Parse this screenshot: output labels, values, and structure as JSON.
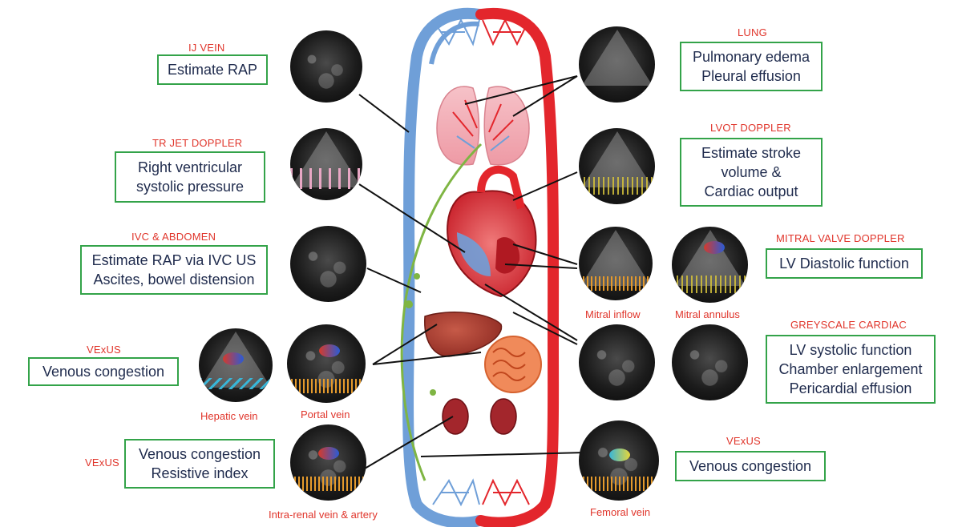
{
  "headings": {
    "ij_vein": "IJ VEIN",
    "tr_jet": "TR JET DOPPLER",
    "ivc_abdomen": "IVC & ABDOMEN",
    "vexus_hepatic": "VExUS",
    "vexus_renal": "VExUS",
    "lung": "LUNG",
    "lvot": "LVOT DOPPLER",
    "mitral_valve": "MITRAL VALVE DOPPLER",
    "greyscale": "GREYSCALE CARDIAC",
    "vexus_femoral": "VExUS"
  },
  "boxes": {
    "ij_vein": [
      "Estimate RAP"
    ],
    "tr_jet": [
      "Right ventricular",
      "systolic pressure"
    ],
    "ivc_abdomen": [
      "Estimate RAP via IVC US",
      "Ascites, bowel distension"
    ],
    "vexus_hepatic": [
      "Venous congestion"
    ],
    "vexus_renal": [
      "Venous congestion",
      "Resistive index"
    ],
    "lung": [
      "Pulmonary edema",
      "Pleural effusion"
    ],
    "lvot": [
      "Estimate stroke",
      "volume &",
      "Cardiac output"
    ],
    "mitral_valve": [
      "LV Diastolic function"
    ],
    "greyscale": [
      "LV systolic function",
      "Chamber enlargement",
      "Pericardial effusion"
    ],
    "vexus_femoral": [
      "Venous congestion"
    ]
  },
  "captions": {
    "hepatic_vein": "Hepatic vein",
    "portal_vein": "Portal vein",
    "intra_renal": "Intra-renal vein & artery",
    "mitral_inflow": "Mitral inflow",
    "mitral_annulus": "Mitral annulus",
    "femoral_vein": "Femoral vein"
  },
  "colors": {
    "heading_red": "#e0352b",
    "box_green": "#33a349",
    "box_text": "#1f2b4d",
    "vein_blue": "#6f9fd8",
    "artery_red": "#e3262c",
    "lymph_green": "#7fb543"
  }
}
